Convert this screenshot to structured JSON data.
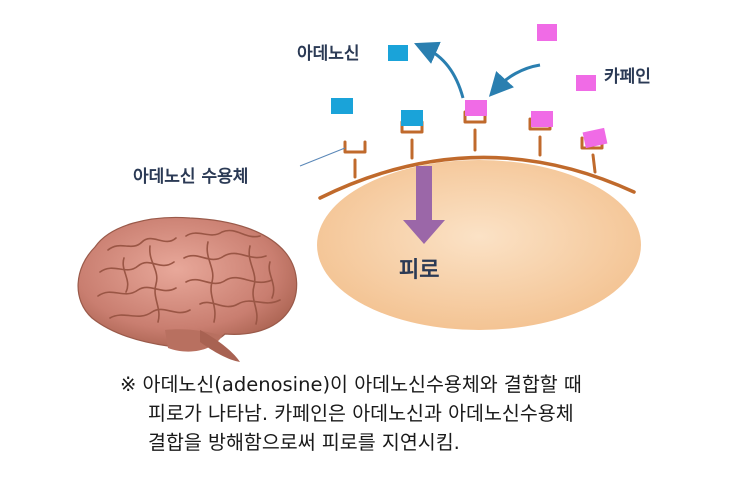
{
  "labels": {
    "adenosine": "아데노신",
    "caffeine": "카페인",
    "receptor": "아데노신 수용체",
    "fatigue": "피로"
  },
  "caption": {
    "line1": "※ 아데노신(adenosine)이 아데노신수용체와 결합할 때",
    "line2": "피로가 나타남. 카페인은 아데노신과 아데노신수용체",
    "line3": "결합을 방해함으로써 피로를 지연시킴."
  },
  "colors": {
    "adenosine": "#1aa3d9",
    "caffeine": "#f06be6",
    "membrane": "#c06a2c",
    "cell": "#f7cfa3",
    "arrow_down": "#9b67a8",
    "arrow_curve": "#2a7fb0",
    "label_text": "#2b3a55"
  },
  "icons": {
    "brain": "brain-illustration"
  }
}
